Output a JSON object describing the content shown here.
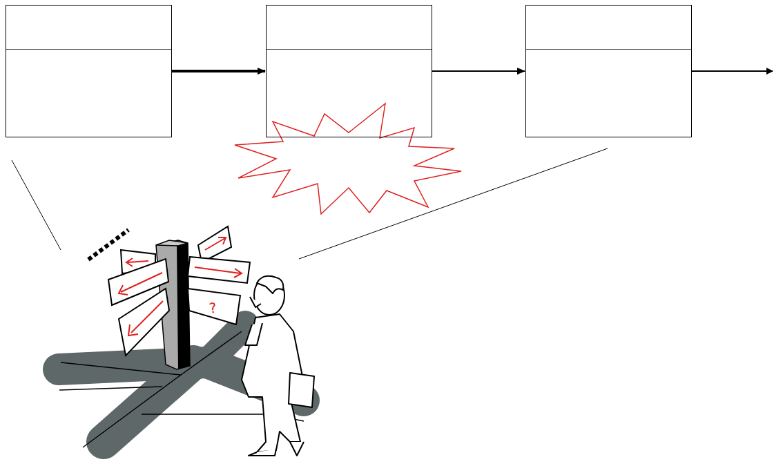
{
  "diagram": {
    "nodes": [
      {
        "text": []
      },
      {
        "text": []
      },
      {
        "text": []
      }
    ],
    "edges": [
      {
        "from": 0,
        "to": 1,
        "arrow": "to"
      },
      {
        "from": 1,
        "to": 2,
        "arrow": "to"
      }
    ],
    "labels": [
      "?"
    ]
  }
}
